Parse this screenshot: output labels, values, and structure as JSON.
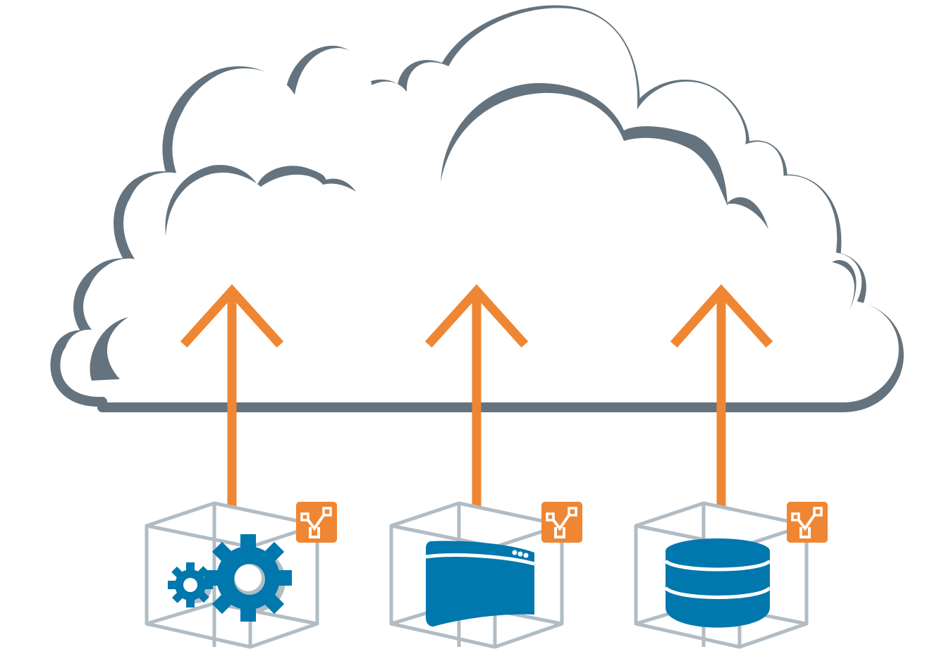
{
  "diagram": {
    "cloud": {
      "icon": "cloud-outline",
      "color": "#64737e"
    },
    "arrows": {
      "icon": "up-arrow",
      "color": "#ef8633",
      "count": 3
    },
    "containers": [
      {
        "id": "services",
        "icon": "gears-icon",
        "badge": "orange-split-badge"
      },
      {
        "id": "web-app",
        "icon": "browser-window-icon",
        "badge": "orange-split-badge"
      },
      {
        "id": "database",
        "icon": "database-icon",
        "badge": "orange-split-badge"
      }
    ],
    "colors": {
      "cube_line": "#b1bcc4",
      "icon_blue": "#0077ad",
      "icon_shadow": "#b1bcc4",
      "badge": "#ef8633"
    }
  }
}
